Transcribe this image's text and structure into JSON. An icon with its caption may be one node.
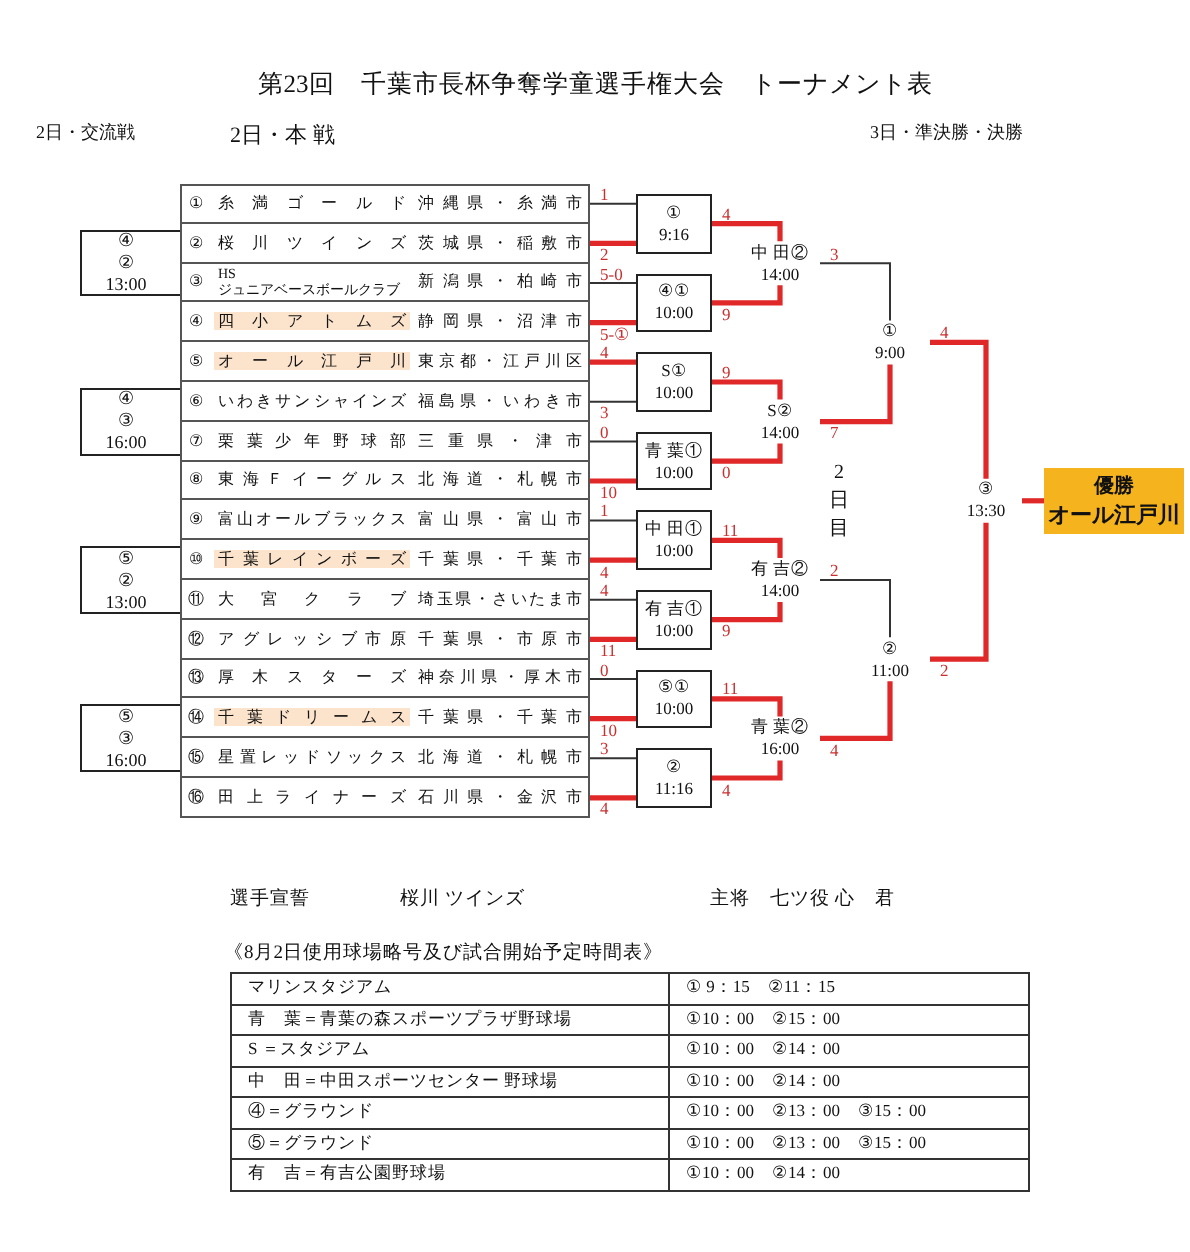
{
  "diagram": {
    "title": "第23回　千葉市長杯争奪学童選手権大会　トーナメント表",
    "nodes": [
      {
        "text": [
          "①",
          "糸満ゴールド",
          "沖縄県・糸満市"
        ]
      },
      {
        "text": [
          "②",
          "桜川ツインズ",
          "茨城県・稲敷市"
        ]
      },
      {
        "text": [
          "③",
          "HS ジュニアベースボールクラブ",
          "新潟県・柏崎市"
        ]
      },
      {
        "text": [
          "④",
          "四小アトムズ",
          "静岡県・沼津市"
        ]
      },
      {
        "text": [
          "⑤",
          "オール江戸川",
          "東京都・江戸川区"
        ]
      },
      {
        "text": [
          "⑥",
          "いわきサンシャインズ",
          "福島県・いわき市"
        ]
      },
      {
        "text": [
          "⑦",
          "栗葉少年野球部",
          "三重県・津市"
        ]
      },
      {
        "text": [
          "⑧",
          "東海Ｆイーグルス",
          "北海道・札幌市"
        ]
      },
      {
        "text": [
          "⑨",
          "富山オールブラックス",
          "富山県・富山市"
        ]
      },
      {
        "text": [
          "⑩",
          "千葉レインボーズ",
          "千葉県・千葉市"
        ]
      },
      {
        "text": [
          "⑪",
          "大宮クラブ",
          "埼玉県・さいたま市"
        ]
      },
      {
        "text": [
          "⑫",
          "アグレッシブ市原",
          "千葉県・市原市"
        ]
      },
      {
        "text": [
          "⑬",
          "厚木スターズ",
          "神奈川県・厚木市"
        ]
      },
      {
        "text": [
          "⑭",
          "千葉ドリームス",
          "千葉県・千葉市"
        ]
      },
      {
        "text": [
          "⑮",
          "星置レッドソックス",
          "北海道・札幌市"
        ]
      },
      {
        "text": [
          "⑯",
          "田上ライナーズ",
          "石川県・金沢市"
        ]
      },
      {
        "text": [
          "④",
          "②",
          "13:00"
        ]
      },
      {
        "text": [
          "④",
          "③",
          "16:00"
        ]
      },
      {
        "text": [
          "⑤",
          "②",
          "13:00"
        ]
      },
      {
        "text": [
          "⑤",
          "③",
          "16:00"
        ]
      },
      {
        "text": [
          "①",
          "9:16"
        ]
      },
      {
        "text": [
          "④①",
          "10:00"
        ]
      },
      {
        "text": [
          "S①",
          "10:00"
        ]
      },
      {
        "text": [
          "青 葉①",
          "10:00"
        ]
      },
      {
        "text": [
          "中 田①",
          "10:00"
        ]
      },
      {
        "text": [
          "有 吉①",
          "10:00"
        ]
      },
      {
        "text": [
          "⑤①",
          "10:00"
        ]
      },
      {
        "text": [
          "②",
          "11:16"
        ]
      },
      {
        "text": [
          "中 田②",
          "14:00"
        ]
      },
      {
        "text": [
          "S②",
          "14:00"
        ]
      },
      {
        "text": [
          "有 吉②",
          "14:00"
        ]
      },
      {
        "text": [
          "青 葉②",
          "16:00"
        ]
      },
      {
        "text": [
          "①",
          "9:00"
        ]
      },
      {
        "text": [
          "②",
          "11:00"
        ]
      },
      {
        "text": [
          "③",
          "13:30"
        ]
      },
      {
        "text": [
          "優勝",
          "オール江戸川"
        ]
      }
    ],
    "edges": [
      {
        "from": 0,
        "to": 20,
        "arrow": "none",
        "label": "1",
        "color": "#333333"
      },
      {
        "from": 1,
        "to": 20,
        "arrow": "none",
        "label": "2"
      },
      {
        "from": 2,
        "to": 21,
        "arrow": "none",
        "label": "5-0",
        "color": "#333333"
      },
      {
        "from": 3,
        "to": 21,
        "arrow": "none",
        "label": "5-①"
      },
      {
        "from": 4,
        "to": 22,
        "arrow": "none",
        "label": "4"
      },
      {
        "from": 5,
        "to": 22,
        "arrow": "none",
        "label": "3",
        "color": "#333333"
      },
      {
        "from": 6,
        "to": 23,
        "arrow": "none",
        "label": "0",
        "color": "#333333"
      },
      {
        "from": 7,
        "to": 23,
        "arrow": "none",
        "label": "10"
      },
      {
        "from": 8,
        "to": 24,
        "arrow": "none",
        "label": "1",
        "color": "#333333"
      },
      {
        "from": 9,
        "to": 24,
        "arrow": "none",
        "label": "4"
      },
      {
        "from": 10,
        "to": 25,
        "arrow": "none",
        "label": "4",
        "color": "#333333"
      },
      {
        "from": 11,
        "to": 25,
        "arrow": "none",
        "label": "11"
      },
      {
        "from": 12,
        "to": 26,
        "arrow": "none",
        "label": "0",
        "color": "#333333"
      },
      {
        "from": 13,
        "to": 26,
        "arrow": "none",
        "label": "10"
      },
      {
        "from": 14,
        "to": 27,
        "arrow": "none",
        "label": "3",
        "color": "#333333"
      },
      {
        "from": 15,
        "to": 27,
        "arrow": "none",
        "label": "4"
      },
      {
        "from": 20,
        "to": 28,
        "arrow": "none",
        "label": "4"
      },
      {
        "from": 21,
        "to": 28,
        "arrow": "none",
        "label": "9"
      },
      {
        "from": 22,
        "to": 29,
        "arrow": "none",
        "label": "9"
      },
      {
        "from": 23,
        "to": 29,
        "arrow": "none",
        "label": "0"
      },
      {
        "from": 24,
        "to": 30,
        "arrow": "none",
        "label": "11"
      },
      {
        "from": 25,
        "to": 30,
        "arrow": "none",
        "label": "9"
      },
      {
        "from": 26,
        "to": 31,
        "arrow": "none",
        "label": "11"
      },
      {
        "from": 27,
        "to": 31,
        "arrow": "none",
        "label": "4"
      },
      {
        "from": 28,
        "to": 32,
        "arrow": "none",
        "label": "3",
        "color": "#333333"
      },
      {
        "from": 29,
        "to": 32,
        "arrow": "none",
        "label": "7"
      },
      {
        "from": 30,
        "to": 33,
        "arrow": "none",
        "label": "2",
        "color": "#333333"
      },
      {
        "from": 31,
        "to": 33,
        "arrow": "none",
        "label": "4"
      },
      {
        "from": 32,
        "to": 34,
        "arrow": "none",
        "label": "4"
      },
      {
        "from": 33,
        "to": 34,
        "arrow": "none",
        "label": "2"
      },
      {
        "from": 34,
        "to": 35,
        "arrow": "none"
      }
    ],
    "labels": [
      "2日・交流戦",
      "2日・本 戦",
      "3日・準決勝・決勝",
      "2日目",
      "選手宣誓",
      "桜川 ツインズ",
      "主将　七ツ役 心　君",
      "《8月2日使用球場略号及び試合開始予定時間表》",
      "マリンスタジアム",
      "① 9：15　②11：15",
      "青　葉＝青葉の森スポーツプラザ野球場",
      "①10：00　②15：00",
      "S ＝スタジアム",
      "①10：00　②14：00",
      "中　田＝中田スポーツセンター 野球場",
      "①10：00　②14：00",
      "④＝グラウンド",
      "①10：00　②13：00　③15：00",
      "⑤＝グラウンド",
      "①10：00　②13：00　③15：00",
      "有　吉＝有吉公園野球場",
      "①10：00　②14：00"
    ]
  }
}
